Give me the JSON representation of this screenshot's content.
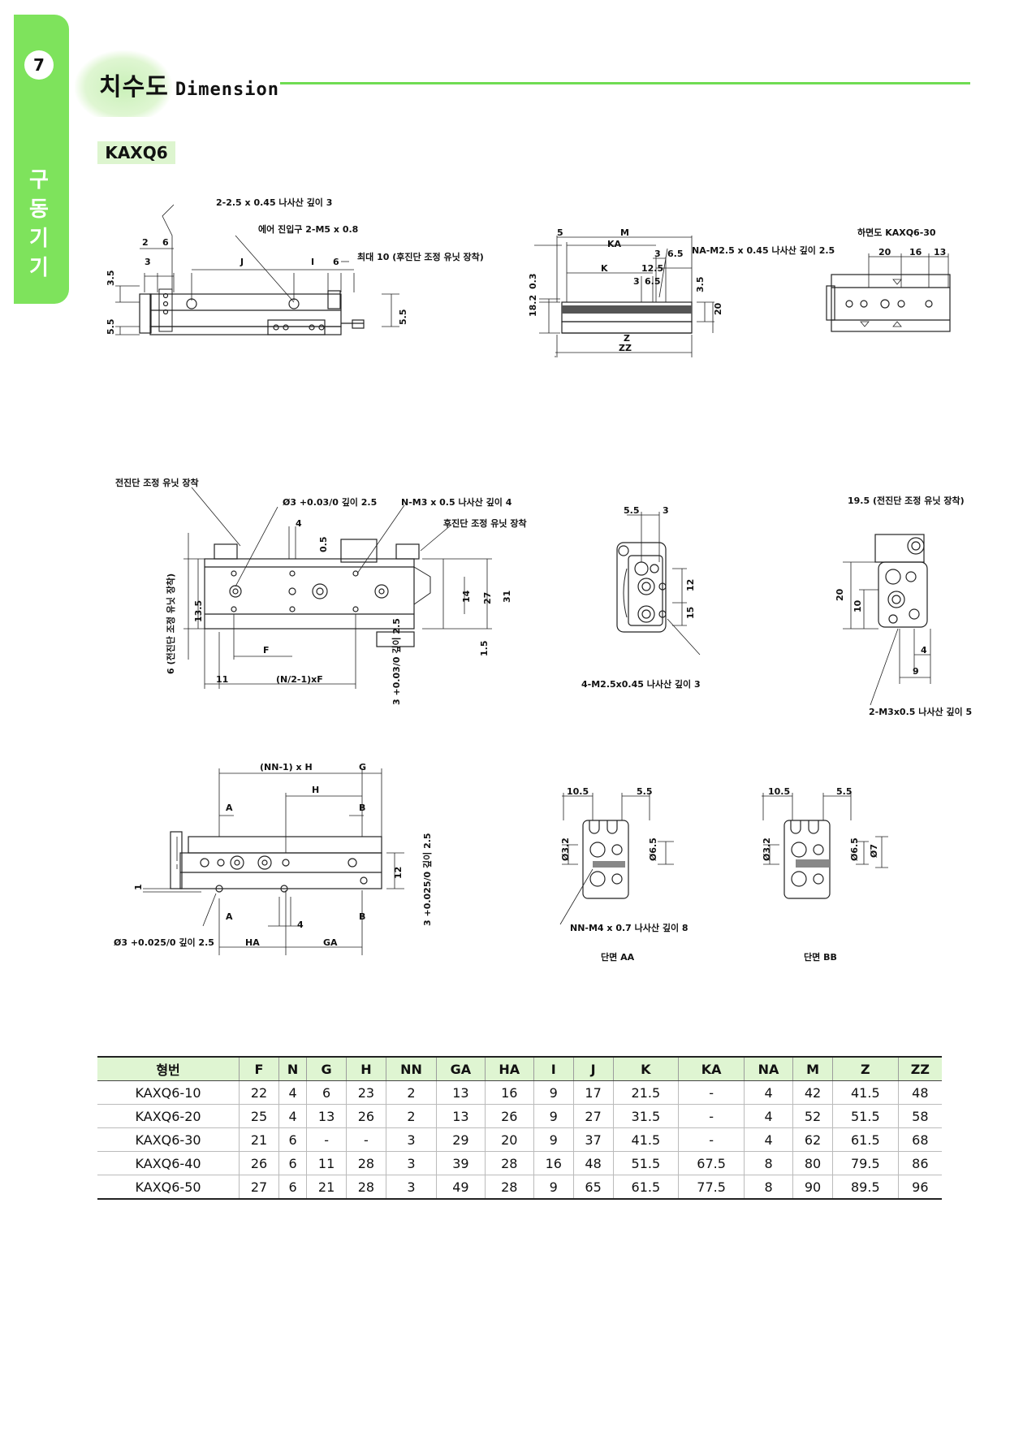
{
  "header": {
    "chapter_number": "7",
    "side_label": [
      "구",
      "동",
      "기",
      "기"
    ],
    "title_ko": "치수도",
    "title_en": "Dimension",
    "model_tag": "KAXQ6"
  },
  "drawings": {
    "top_left": {
      "note_thread": "2-2.5 x 0.45 나사산 깊이 3",
      "note_air_port": "에어 진입구 2-M5 x 0.8",
      "note_max": "최대 10 (후진단 조정 유닛 장착)",
      "dims": [
        "2",
        "6",
        "3",
        "J",
        "I",
        "6",
        "3.5",
        "5.5",
        "5.5"
      ]
    },
    "top_middle": {
      "note_thread": "NA-M2.5 x 0.45 나사산 깊이 2.5",
      "dims": [
        "5",
        "M",
        "KA",
        "3",
        "6.5",
        "12.5",
        "K",
        "3",
        "6.5",
        "18.2",
        "0.3",
        "3.5",
        "20",
        "Z",
        "ZZ"
      ]
    },
    "top_right": {
      "title": "하면도 KAXQ6-30",
      "dims": [
        "20",
        "16",
        "13"
      ]
    },
    "middle_left": {
      "note_front_unit": "전진단 조정 유닛 장착",
      "note_hole": "Ø3 +0.03/0 깊이 2.5",
      "note_thread": "N-M3 x 0.5 나사산 깊이 4",
      "note_rear_unit": "후진단 조정 유닛 장착",
      "note_vertical": "6 (전진단 조정 유닛 장착)",
      "note_slot": "3 +0.03/0 깊이 2.5",
      "dims": [
        "4",
        "0.5",
        "13.5",
        "14",
        "27",
        "31",
        "1.5",
        "F",
        "11",
        "(N/2-1)xF"
      ]
    },
    "middle_center": {
      "note_thread": "4-M2.5x0.45 나사산 깊이 3",
      "dims": [
        "5.5",
        "3",
        "12",
        "15"
      ]
    },
    "middle_right": {
      "note_top": "19.5 (전진단 조정 유닛 장착)",
      "note_thread": "2-M3x0.5 나사산 깊이 5",
      "dims": [
        "20",
        "10",
        "4",
        "9"
      ]
    },
    "bottom_left": {
      "note_hole": "Ø3 +0.025/0 깊이 2.5",
      "note_slot": "3 +0.025/0 깊이 2.5",
      "dims": [
        "(NN-1) x H",
        "G",
        "H",
        "A",
        "B",
        "A",
        "B",
        "4",
        "HA",
        "GA",
        "1",
        "12"
      ]
    },
    "section_aa": {
      "caption": "단면 AA",
      "note_thread": "NN-M4 x 0.7 나사산 깊이 8",
      "dims": [
        "10.5",
        "5.5",
        "Ø3.2",
        "Ø6.5"
      ]
    },
    "section_bb": {
      "caption": "단면 BB",
      "dims": [
        "10.5",
        "5.5",
        "Ø3.2",
        "Ø6.5",
        "Ø7"
      ]
    }
  },
  "table": {
    "headers": [
      "형번",
      "F",
      "N",
      "G",
      "H",
      "NN",
      "GA",
      "HA",
      "I",
      "J",
      "K",
      "KA",
      "NA",
      "M",
      "Z",
      "ZZ"
    ],
    "rows": [
      [
        "KAXQ6-10",
        "22",
        "4",
        "6",
        "23",
        "2",
        "13",
        "16",
        "9",
        "17",
        "21.5",
        "-",
        "4",
        "42",
        "41.5",
        "48"
      ],
      [
        "KAXQ6-20",
        "25",
        "4",
        "13",
        "26",
        "2",
        "13",
        "26",
        "9",
        "27",
        "31.5",
        "-",
        "4",
        "52",
        "51.5",
        "58"
      ],
      [
        "KAXQ6-30",
        "21",
        "6",
        "-",
        "-",
        "3",
        "29",
        "20",
        "9",
        "37",
        "41.5",
        "-",
        "4",
        "62",
        "61.5",
        "68"
      ],
      [
        "KAXQ6-40",
        "26",
        "6",
        "11",
        "28",
        "3",
        "39",
        "28",
        "16",
        "48",
        "51.5",
        "67.5",
        "8",
        "80",
        "79.5",
        "86"
      ],
      [
        "KAXQ6-50",
        "27",
        "6",
        "21",
        "28",
        "3",
        "49",
        "28",
        "9",
        "65",
        "61.5",
        "77.5",
        "8",
        "90",
        "89.5",
        "96"
      ]
    ]
  },
  "colors": {
    "accent_green": "#7ee35c",
    "header_fill": "#dff5d2",
    "rule_green": "#6fdc52"
  }
}
